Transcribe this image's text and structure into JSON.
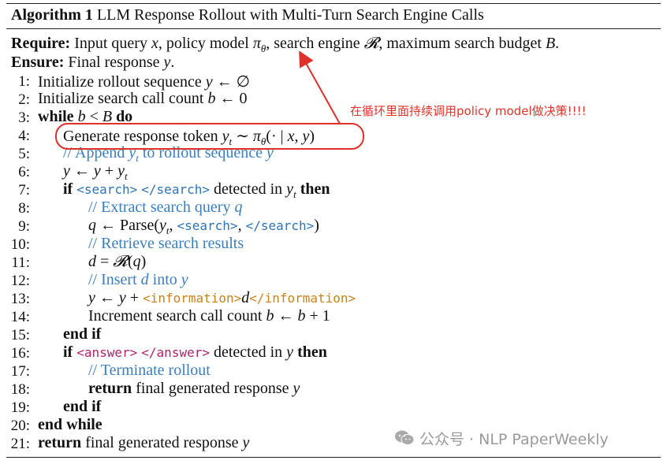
{
  "title": {
    "label": "Algorithm 1",
    "text": "LLM Response Rollout with Multi-Turn Search Engine Calls"
  },
  "require": {
    "keyword": "Require:",
    "parts": [
      "Input query ",
      "x",
      ", policy model ",
      "π",
      "θ",
      ", search engine ",
      "𝓡",
      ", maximum search budget ",
      "B",
      "."
    ]
  },
  "ensure": {
    "keyword": "Ensure:",
    "parts": [
      "Final response ",
      "y",
      "."
    ]
  },
  "lines": {
    "n": [
      "1:",
      "2:",
      "3:",
      "4:",
      "5:",
      "6:",
      "7:",
      "8:",
      "9:",
      "10:",
      "11:",
      "12:",
      "13:",
      "14:",
      "15:",
      "16:",
      "17:",
      "18:",
      "19:",
      "20:",
      "21:"
    ],
    "l1": [
      "Initialize rollout sequence ",
      "y",
      " ← ∅"
    ],
    "l2": [
      "Initialize search call count ",
      "b",
      " ← 0"
    ],
    "l3": [
      "while",
      " ",
      "b",
      " < ",
      "B",
      " ",
      "do"
    ],
    "l4": [
      "Generate response token ",
      "y",
      "t",
      " ∼ ",
      "π",
      "θ",
      "(· | ",
      "x",
      ", ",
      "y",
      ")"
    ],
    "l5": [
      "// Append ",
      "y",
      "t",
      " to rollout sequence ",
      "y"
    ],
    "l6": [
      "y",
      " ← ",
      "y",
      " + ",
      "y",
      "t"
    ],
    "l7": [
      "if",
      "<search>",
      "</search>",
      " detected in ",
      "y",
      "t",
      " then"
    ],
    "l8": [
      "// Extract search query ",
      "q"
    ],
    "l9": [
      "q",
      " ← Parse(",
      "y",
      "t",
      ", ",
      "<search>",
      ", ",
      "</search>",
      ")"
    ],
    "l10": [
      "// Retrieve search results"
    ],
    "l11": [
      "d",
      " = ",
      "𝓡",
      "(",
      "q",
      ")"
    ],
    "l12": [
      "// Insert ",
      "d",
      " into ",
      "y"
    ],
    "l13": [
      "y",
      " ← ",
      "y",
      " + ",
      "<information>",
      "d",
      "</information>"
    ],
    "l14": [
      "Increment search call count ",
      "b",
      " ← ",
      "b",
      " + 1"
    ],
    "l15": [
      "end if"
    ],
    "l16": [
      "if",
      "<answer>",
      "</answer>",
      " detected in ",
      "y",
      " then"
    ],
    "l17": [
      "// Terminate rollout"
    ],
    "l18": [
      "return",
      " final generated response ",
      "y"
    ],
    "l19": [
      "end if"
    ],
    "l20": [
      "end while"
    ],
    "l21": [
      "return",
      " final generated response ",
      "y"
    ]
  },
  "annotation": {
    "note": "在循环里面持续调用policy model做决策!!!!",
    "color": "#e3322a"
  },
  "watermark": {
    "text": "公众号 · NLP PaperWeekly",
    "icon": "wechat-icon"
  },
  "colors": {
    "comment": "#3b7ec0",
    "tag_blue": "#2f73b8",
    "tag_red": "#b0246a",
    "tag_gold": "#c7831a"
  }
}
